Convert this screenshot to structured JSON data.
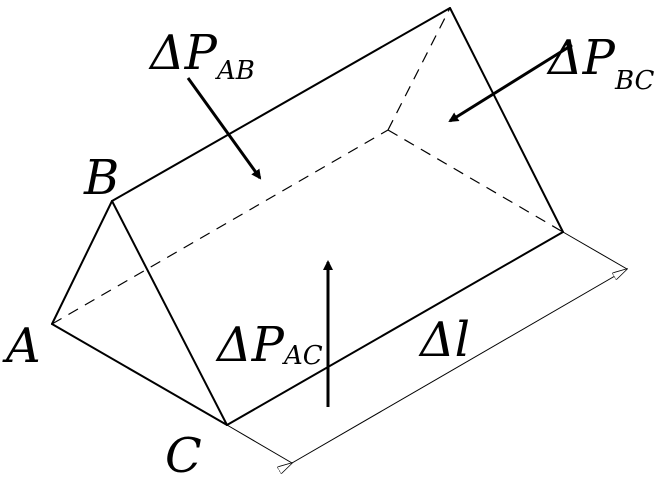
{
  "labels": {
    "vertex_a": "A",
    "vertex_b": "B",
    "vertex_c": "C",
    "delta": "Δ",
    "force_symbol": "P",
    "force_ab_sub": "AB",
    "force_bc_sub": "BC",
    "force_ac_sub": "AC",
    "length_symbol": "l"
  }
}
